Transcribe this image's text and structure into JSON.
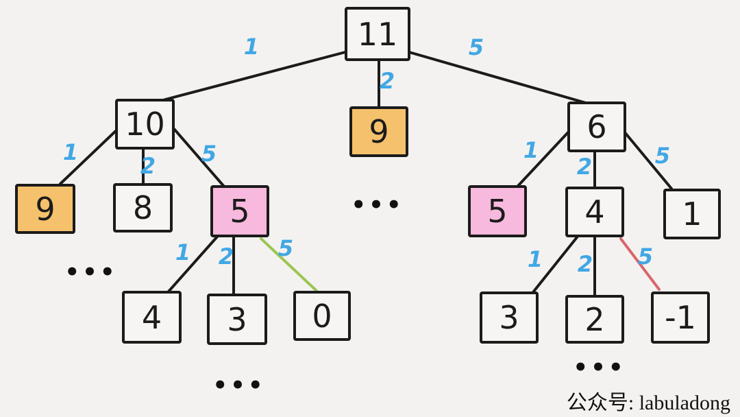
{
  "diagram": {
    "caption": "公众号: labuladong",
    "ellipsis": "•••",
    "nodes": {
      "root": "11",
      "l": "10",
      "m": "9",
      "r": "6",
      "ll": "9",
      "lm": "8",
      "lr": "5",
      "lrl": "4",
      "lrm": "3",
      "lrr": "0",
      "rl": "5",
      "rm": "4",
      "rr": "1",
      "rml": "3",
      "rmm": "2",
      "rmr": "-1"
    },
    "edge_labels": {
      "root_l": "1",
      "root_m": "2",
      "root_r": "5",
      "l_ll": "1",
      "l_lm": "2",
      "l_lr": "5",
      "lr_l": "1",
      "lr_m": "2",
      "lr_r": "5",
      "r_rl": "1",
      "r_rm": "2",
      "r_rr": "5",
      "rm_l": "1",
      "rm_m": "2",
      "rm_r": "5"
    },
    "colors": {
      "highlight_orange": "#F5C16C",
      "highlight_pink": "#F7B9DD",
      "edge_label_blue": "#41A7E5",
      "edge_green": "#9BC653",
      "edge_red": "#D9666B",
      "ink": "#1B1B1B",
      "paper": "#F4F2F0"
    }
  }
}
